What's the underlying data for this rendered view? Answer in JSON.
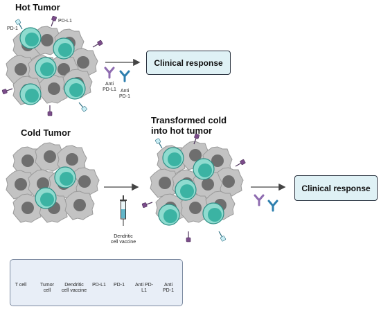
{
  "hot_tumor": {
    "title": "Hot Tumor",
    "label_pd1": "PD-1",
    "label_pdl1": "PD-L1",
    "anti_pdl1_label": "Anti PD-L1",
    "anti_pd1_label": "Anti PD-1",
    "response": "Clinical response"
  },
  "cold_tumor": {
    "title": "Cold Tumor",
    "vaccine_label": "Dendritic cell vaccine"
  },
  "transformed": {
    "title_line1": "Transformed cold",
    "title_line2": "into hot tumor",
    "response": "Clinical response"
  },
  "legend": {
    "items": [
      {
        "icon": "t-cell-icon",
        "label": "T cell"
      },
      {
        "icon": "tumor-cell-icon",
        "label": "Tumor cell"
      },
      {
        "icon": "syringe-icon",
        "label": "Dendritic cell vaccine"
      },
      {
        "icon": "pd-l1-icon",
        "label": "PD-L1"
      },
      {
        "icon": "pd-1-icon",
        "label": "PD-1"
      },
      {
        "icon": "anti-pd-l1-antibody-icon",
        "label": "Anti PD-L1"
      },
      {
        "icon": "anti-pd-1-antibody-icon",
        "label": "Anti PD-1"
      }
    ]
  },
  "colors": {
    "t_cell": "#7fd3c7",
    "t_cell_nucleus": "#2fae9e",
    "tumor_cell": "#bfbfbf",
    "tumor_nucleus": "#6e6e6e",
    "pd_l1": "#7b4c8a",
    "pd_1": "#a9dce8",
    "anti_pd_l1": "#8e6bb0",
    "anti_pd_1": "#2e7fae",
    "response_box": "#dff1f5"
  }
}
